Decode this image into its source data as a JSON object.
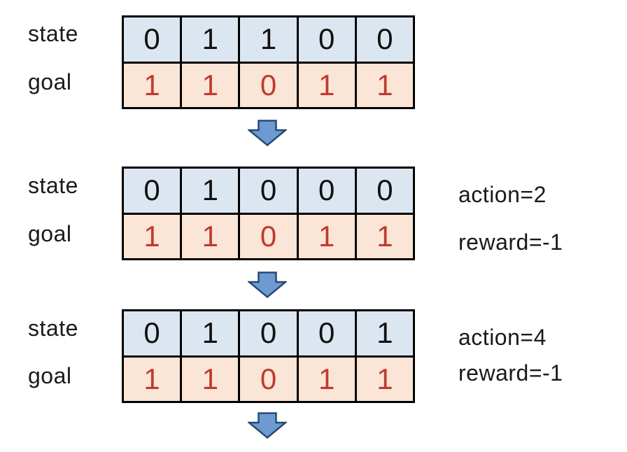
{
  "labels": {
    "state": "state",
    "goal": "goal"
  },
  "steps": [
    {
      "state_label": "state",
      "goal_label": "goal",
      "state_bits": [
        "0",
        "1",
        "1",
        "0",
        "0"
      ],
      "goal_bits": [
        "1",
        "1",
        "0",
        "1",
        "1"
      ]
    },
    {
      "state_label": "state",
      "goal_label": "goal",
      "state_bits": [
        "0",
        "1",
        "0",
        "0",
        "0"
      ],
      "goal_bits": [
        "1",
        "1",
        "0",
        "1",
        "1"
      ],
      "action": "action=2",
      "reward": "reward=-1"
    },
    {
      "state_label": "state",
      "goal_label": "goal",
      "state_bits": [
        "0",
        "1",
        "0",
        "0",
        "1"
      ],
      "goal_bits": [
        "1",
        "1",
        "0",
        "1",
        "1"
      ],
      "action": "action=4",
      "reward": "reward=-1"
    }
  ],
  "icons": {
    "arrow": "down-arrow-icon"
  },
  "colors": {
    "state_cell_bg": "#dce6f1",
    "goal_cell_bg": "#fbe5d6",
    "state_digit": "#111111",
    "goal_digit": "#be3b2d",
    "table_border": "#000000",
    "arrow_fill": "#6d9bd1",
    "arrow_border": "#274a73",
    "text": "#1a1a1a"
  }
}
